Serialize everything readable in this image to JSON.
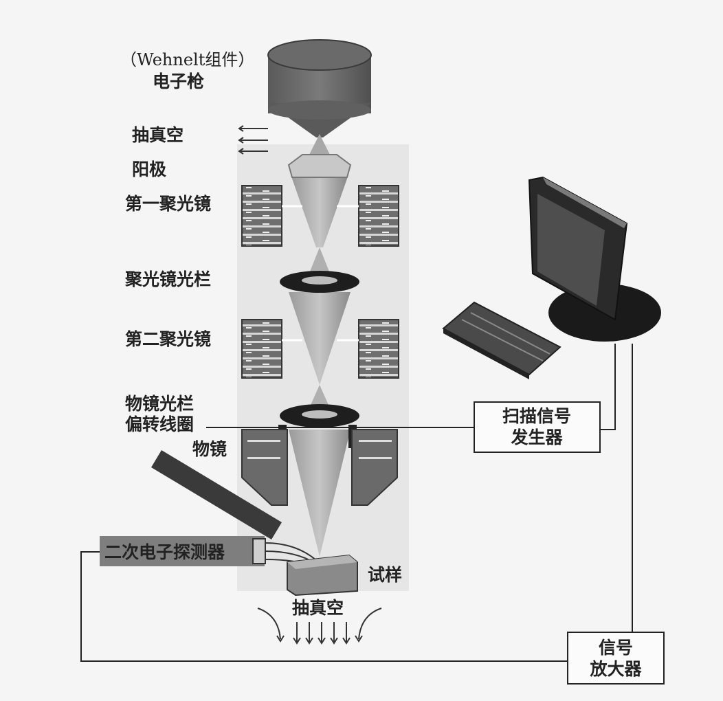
{
  "labels": {
    "wehnelt": "（Wehnelt组件）",
    "electron_gun": "电子枪",
    "vacuum_top": "抽真空",
    "anode": "阳极",
    "condenser_1": "第一聚光镜",
    "condenser_aperture": "聚光镜光栏",
    "condenser_2": "第二聚光镜",
    "objective_aperture": "物镜光栏",
    "deflection_coil": "偏转线圈",
    "objective_lens": "物镜",
    "secondary_detector": "二次电子探测器",
    "specimen": "试样",
    "vacuum_bottom": "抽真空",
    "scan_generator_line1": "扫描信号",
    "scan_generator_line2": "发生器",
    "amplifier_line1": "信号",
    "amplifier_line2": "放大器"
  },
  "icons": [
    "electron-gun-icon",
    "monitor-icon",
    "keyboard-icon",
    "detector-icon",
    "vacuum-arrows-icon"
  ]
}
